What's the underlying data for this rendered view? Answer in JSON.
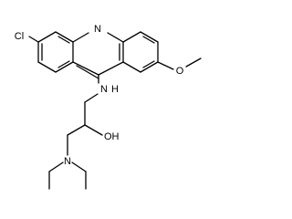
{
  "molecule": {
    "atoms": {
      "ring_nitrogen": "N",
      "chlorine": "Cl",
      "methoxy_oxygen": "O",
      "amine_nh": "N",
      "amine_h": "H",
      "hydroxyl": "OH",
      "diethyl_nitrogen": "N"
    }
  }
}
